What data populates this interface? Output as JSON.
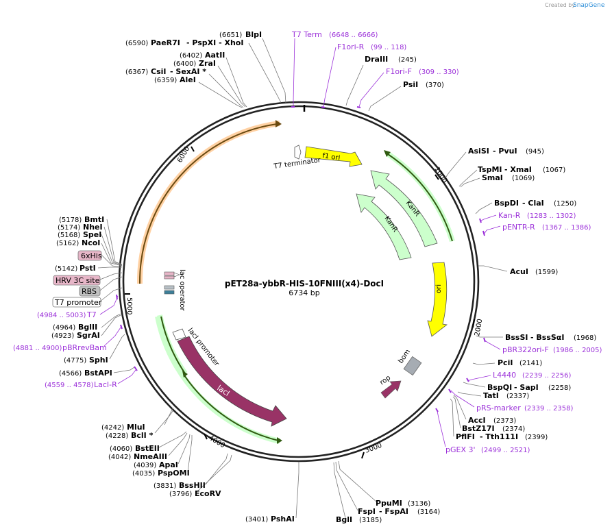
{
  "brand": {
    "created_by": "Created by",
    "name": "SnapGene"
  },
  "plasmid": {
    "name": "pET28a-ybbR-HIS-10FNIII(x4)-DocI",
    "length_label": "6734 bp"
  },
  "ticks": [
    "1000",
    "2000",
    "3000",
    "4000",
    "5000",
    "6000"
  ],
  "enzymes": [
    {
      "id": "e1",
      "pos": "(6651)",
      "name": "BlpI"
    },
    {
      "id": "e2",
      "pos": "(6590)",
      "name": "PaeR7I",
      "extra": "- PspXI   - XhoI"
    },
    {
      "id": "e3",
      "pos": "(6402)",
      "name": "AatII"
    },
    {
      "id": "e4",
      "pos": "(6400)",
      "name": "ZraI"
    },
    {
      "id": "e5",
      "pos": "(6367)",
      "name": "CsiI",
      "extra": "- SexAI  *"
    },
    {
      "id": "e6",
      "pos": "(6359)",
      "name": "AleI"
    },
    {
      "id": "e7",
      "pos": "(245)",
      "name": "DraIII"
    },
    {
      "id": "e8",
      "pos": "(370)",
      "name": "PsiI"
    },
    {
      "id": "e9",
      "pos": "(945)",
      "name": "AsiSI",
      "extra": "- PvuI"
    },
    {
      "id": "e10",
      "pos": "(1067)",
      "name": "TspMI",
      "extra": "- XmaI"
    },
    {
      "id": "e11",
      "pos": "(1069)",
      "name": "SmaI"
    },
    {
      "id": "e12",
      "pos": "(1250)",
      "name": "BspDI",
      "extra": "- ClaI"
    },
    {
      "id": "e13",
      "pos": "(1599)",
      "name": "AcuI"
    },
    {
      "id": "e14",
      "pos": "(1968)",
      "name": "BssSI",
      "extra": "- BssSαI"
    },
    {
      "id": "e15",
      "pos": "(2141)",
      "name": "PciI"
    },
    {
      "id": "e16",
      "pos": "(2258)",
      "name": "BspQI",
      "extra": "- SapI"
    },
    {
      "id": "e17",
      "pos": "(2337)",
      "name": "TatI"
    },
    {
      "id": "e18",
      "pos": "(2373)",
      "name": "AccI"
    },
    {
      "id": "e19",
      "pos": "(2374)",
      "name": "BstZ17I"
    },
    {
      "id": "e20",
      "pos": "(2399)",
      "name": "PflFI",
      "extra": "- Tth111I"
    },
    {
      "id": "e21",
      "pos": "(3136)",
      "name": "PpuMI"
    },
    {
      "id": "e22",
      "pos": "(3164)",
      "name": "FspI",
      "extra": "- FspAI"
    },
    {
      "id": "e23",
      "pos": "(3185)",
      "name": "BglI"
    },
    {
      "id": "e24",
      "pos": "(3401)",
      "name": "PshAI"
    },
    {
      "id": "e25",
      "pos": "(3831)",
      "name": "BssHII"
    },
    {
      "id": "e26",
      "pos": "(3796)",
      "name": "EcoRV"
    },
    {
      "id": "e27",
      "pos": "(4060)",
      "name": "BstEII"
    },
    {
      "id": "e28",
      "pos": "(4042)",
      "name": "NmeAIII"
    },
    {
      "id": "e29",
      "pos": "(4039)",
      "name": "ApaI"
    },
    {
      "id": "e30",
      "pos": "(4035)",
      "name": "PspOMI"
    },
    {
      "id": "e31",
      "pos": "(4242)",
      "name": "MluI"
    },
    {
      "id": "e32",
      "pos": "(4228)",
      "name": "BclI  *"
    },
    {
      "id": "e33",
      "pos": "(4775)",
      "name": "SphI"
    },
    {
      "id": "e34",
      "pos": "(4566)",
      "name": "BstAPI"
    },
    {
      "id": "e35",
      "pos": "(4964)",
      "name": "BglII"
    },
    {
      "id": "e36",
      "pos": "(4923)",
      "name": "SgrAI"
    },
    {
      "id": "e37",
      "pos": "(5142)",
      "name": "PstI"
    },
    {
      "id": "e38",
      "pos": "(5178)",
      "name": "BmtI"
    },
    {
      "id": "e39",
      "pos": "(5174)",
      "name": "NheI"
    },
    {
      "id": "e40",
      "pos": "(5168)",
      "name": "SpeI"
    },
    {
      "id": "e41",
      "pos": "(5162)",
      "name": "NcoI"
    }
  ],
  "primers": [
    {
      "id": "p1",
      "name": "T7 Term",
      "range": "(6648 .. 6666)"
    },
    {
      "id": "p2",
      "name": "F1ori-R",
      "range": "(99 .. 118)"
    },
    {
      "id": "p3",
      "name": "F1ori-F",
      "range": "(309 .. 330)"
    },
    {
      "id": "p4",
      "name": "Kan-R",
      "range": "(1283 .. 1302)"
    },
    {
      "id": "p5",
      "name": "pENTR-R",
      "range": "(1367 .. 1386)"
    },
    {
      "id": "p6",
      "name": "pBR322ori-F",
      "range": "(1986 .. 2005)"
    },
    {
      "id": "p7",
      "name": "L4440",
      "range": "(2239 .. 2256)"
    },
    {
      "id": "p8",
      "name": "pRS-marker",
      "range": "(2339 .. 2358)"
    },
    {
      "id": "p9",
      "name": "pGEX 3'",
      "range": "(2499 .. 2521)"
    },
    {
      "id": "p10",
      "name": "T7",
      "range": "(4984 .. 5003)"
    },
    {
      "id": "p11",
      "name": "pBRrevBam",
      "range": "(4881 .. 4900)"
    },
    {
      "id": "p12",
      "name": "LacI-R",
      "range": "(4559 .. 4578)"
    }
  ],
  "boxed_features": {
    "his_tag": "6xHis",
    "hrv": "HRV 3C site",
    "rbs": "RBS",
    "t7_promoter": "T7 promoter"
  },
  "features": {
    "f1_ori": "f1 ori",
    "kanr_1": "KanR",
    "kanr_2": "KanR",
    "ori": "ori",
    "bom": "bom",
    "rop": "rop",
    "laci": "lacI",
    "laci_promoter": "lacI promoter",
    "lac_operator": "lac operator",
    "t7_terminator": "T7 terminator"
  },
  "colors": {
    "f1_ori": "#ffff00",
    "kanr": "#ccffcc",
    "ori": "#ffff00",
    "bom": "#a6acb3",
    "laci": "#993366",
    "orange_orf": "#ffcc99",
    "green_orf": "#ccffcc",
    "primer": "#9b30d9",
    "his_box": "#e7b6c8",
    "hrv_box": "#e7b6c8",
    "rbs_box": "#c0c0c0"
  }
}
